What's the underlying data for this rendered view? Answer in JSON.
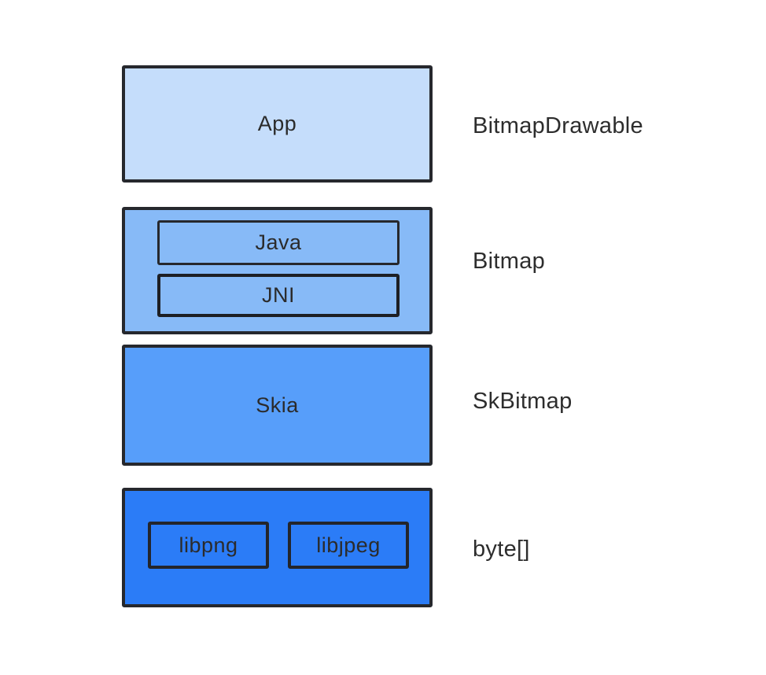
{
  "diagram": {
    "layers": [
      {
        "box_label": "App",
        "side_label": "BitmapDrawable"
      },
      {
        "side_label": "Bitmap",
        "children": [
          "Java",
          "JNI"
        ]
      },
      {
        "box_label": "Skia",
        "side_label": "SkBitmap"
      },
      {
        "side_label": "byte[]",
        "children": [
          "libpng",
          "libjpeg"
        ]
      }
    ],
    "colors": {
      "layer1_fill": "#c5ddfb",
      "layer2_fill": "#87baf7",
      "layer3_fill": "#579efa",
      "layer4_fill": "#2b7cf7",
      "border": "#26282d",
      "text": "#2d2d2d",
      "background": "#ffffff"
    }
  }
}
